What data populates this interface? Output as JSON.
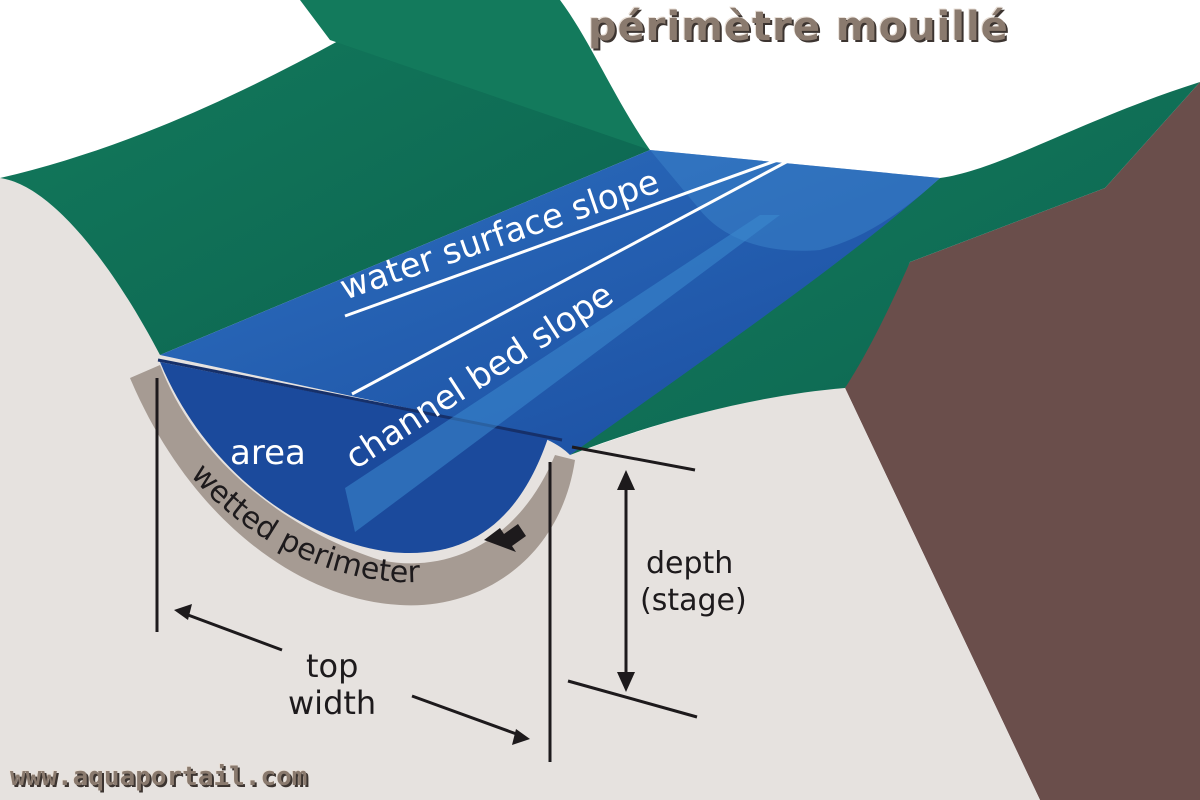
{
  "title": "périmètre mouillé",
  "watermark": "www.aquaportail.com",
  "labels": {
    "water_surface_slope": "water surface slope",
    "channel_bed_slope": "channel bed slope",
    "area": "area",
    "wetted_perimeter": "wetted perimeter",
    "depth": "depth",
    "stage": "(stage)",
    "top": "top",
    "width": "width"
  },
  "colors": {
    "bank_green": "#0f6f58",
    "water_blue": "#1d56a5",
    "deep_blue": "#18479a",
    "soil_front": "#e7e3e0",
    "soil_side": "#6b4f4c",
    "perimeter_band": "#a69b93",
    "line_dark": "#1d1a1c"
  }
}
